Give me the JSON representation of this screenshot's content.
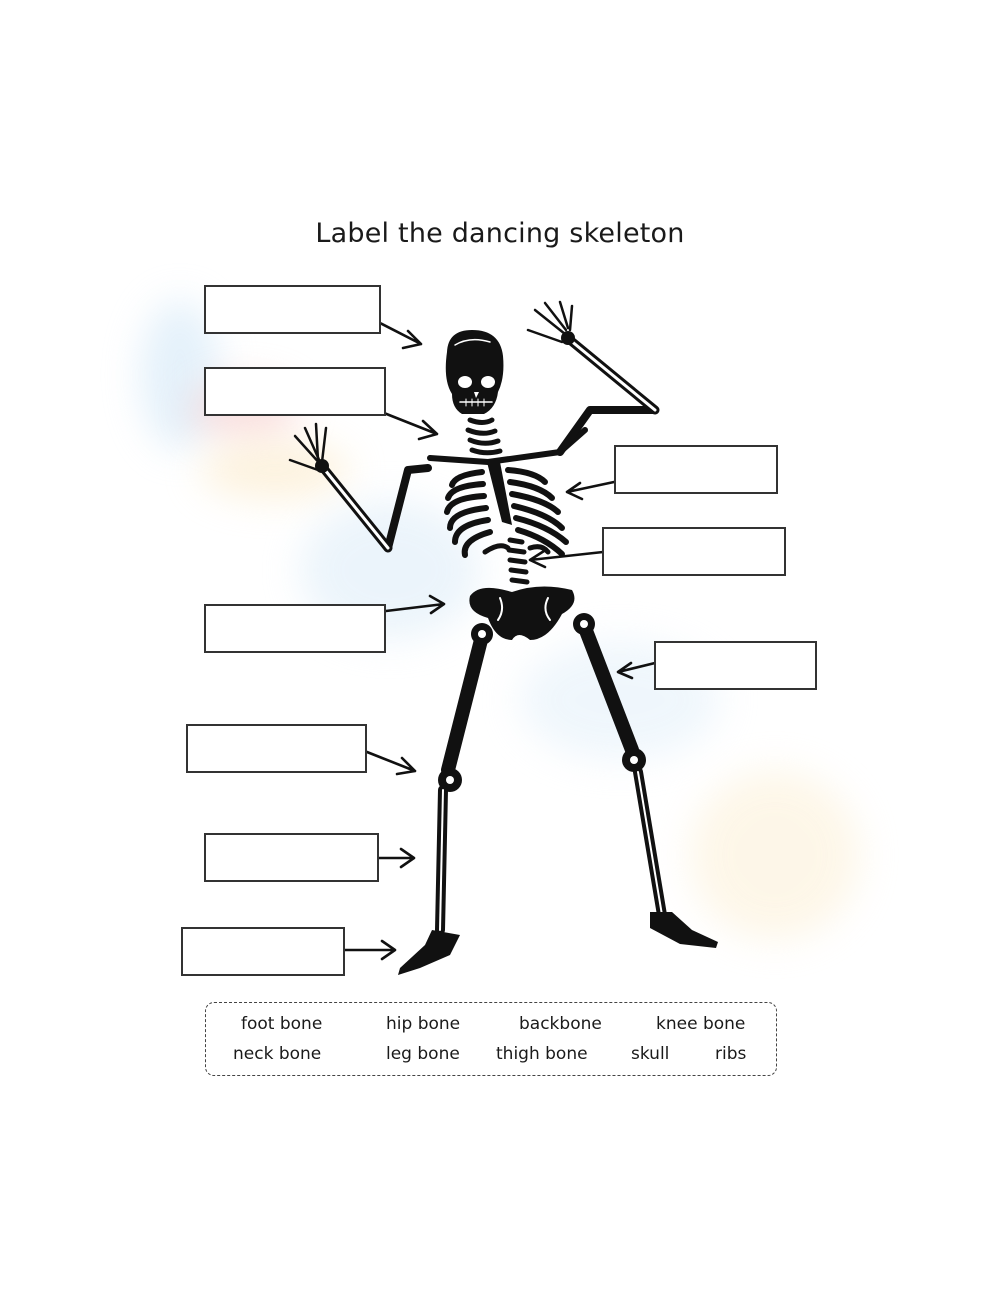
{
  "worksheet": {
    "title": "Label the dancing skeleton",
    "label_boxes": [
      {
        "id": "box-1",
        "side": "left",
        "points_to": "skull",
        "value": ""
      },
      {
        "id": "box-2",
        "side": "left",
        "points_to": "neck",
        "value": ""
      },
      {
        "id": "box-3",
        "side": "right",
        "points_to": "ribcage",
        "value": ""
      },
      {
        "id": "box-4",
        "side": "right",
        "points_to": "spine",
        "value": ""
      },
      {
        "id": "box-5",
        "side": "left",
        "points_to": "pelvis",
        "value": ""
      },
      {
        "id": "box-6",
        "side": "right",
        "points_to": "thigh",
        "value": ""
      },
      {
        "id": "box-7",
        "side": "left",
        "points_to": "knee",
        "value": ""
      },
      {
        "id": "box-8",
        "side": "left",
        "points_to": "lower-leg",
        "value": ""
      },
      {
        "id": "box-9",
        "side": "left",
        "points_to": "foot",
        "value": ""
      }
    ],
    "word_bank": {
      "row1": [
        "foot bone",
        "hip bone",
        "backbone",
        "knee bone"
      ],
      "row2": [
        "neck bone",
        "leg bone",
        "thigh bone",
        "skull",
        "ribs"
      ]
    },
    "colors": {
      "ink": "#111111",
      "box_border": "#333333",
      "watermark_blue": "#cfe6f7",
      "watermark_red": "#f6c9c9",
      "watermark_yellow": "#fbe9c6"
    }
  }
}
